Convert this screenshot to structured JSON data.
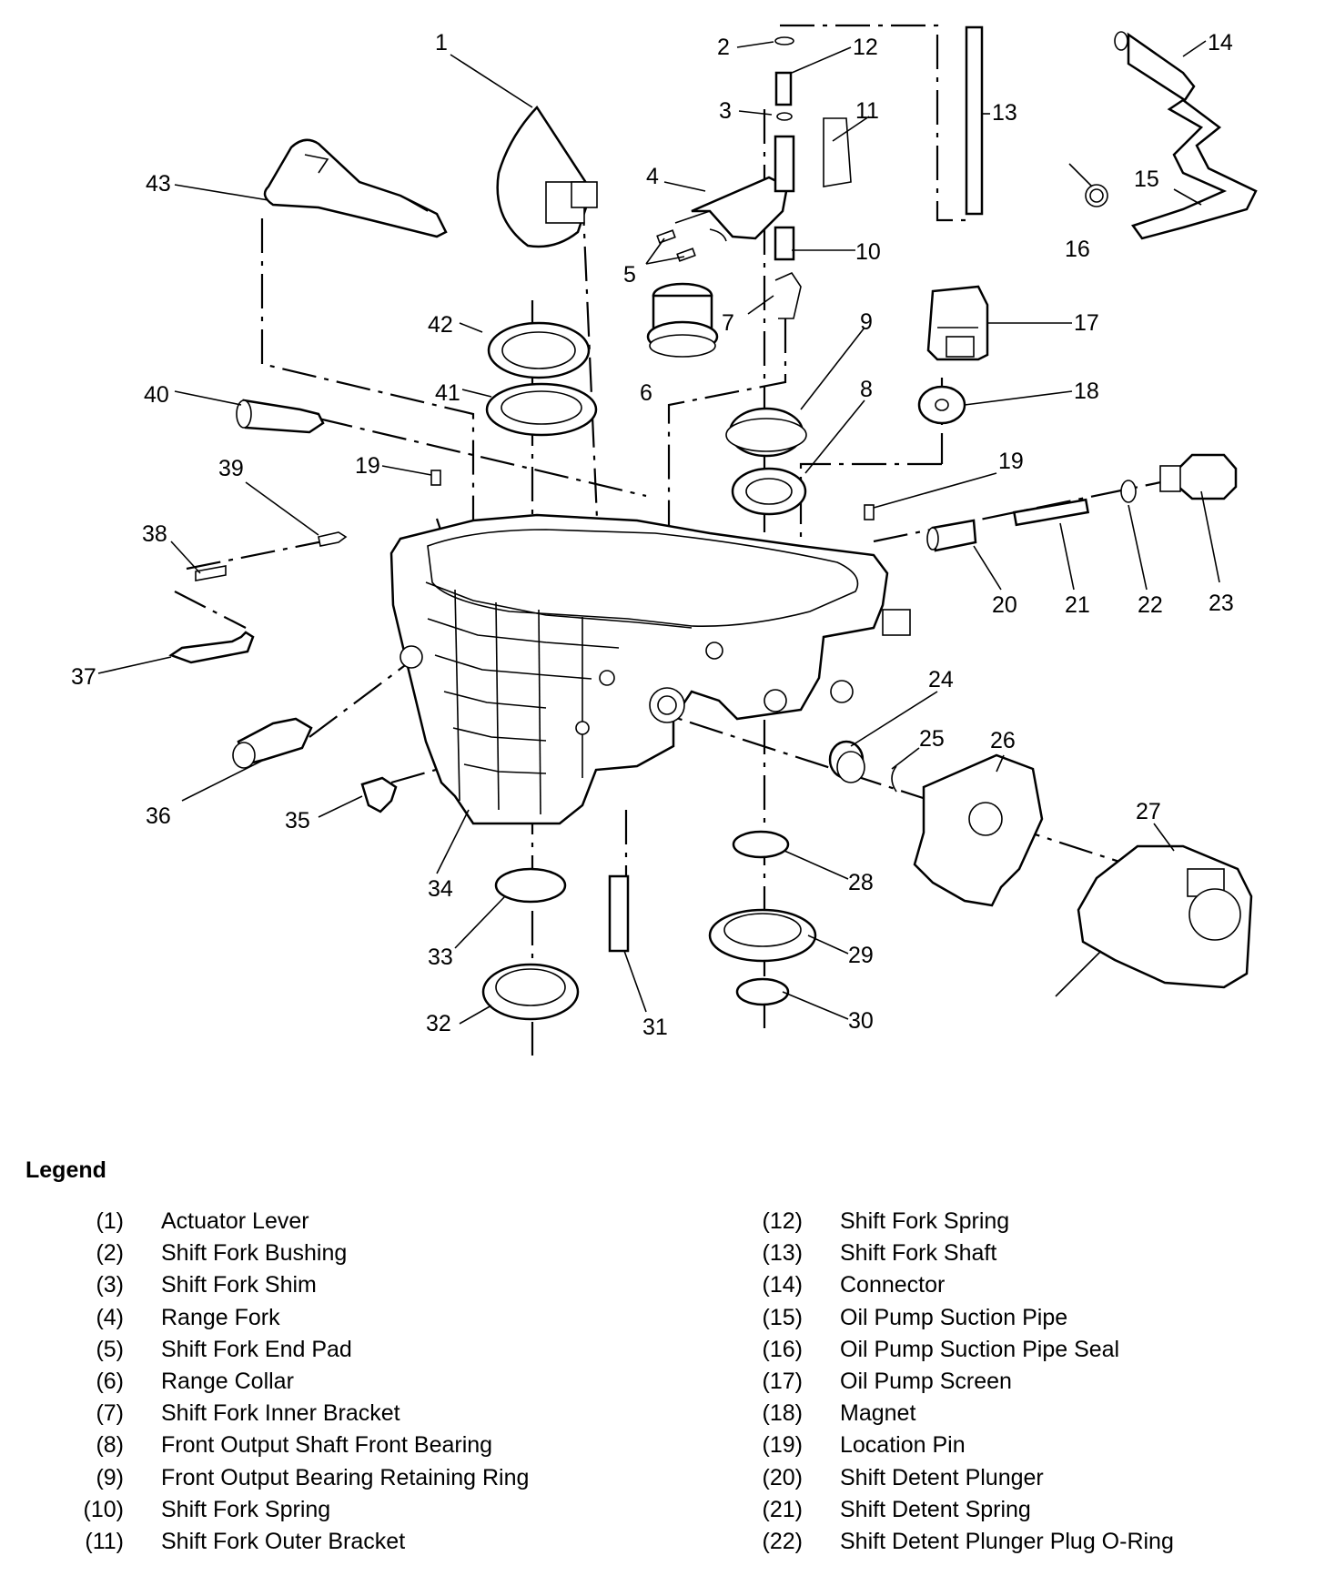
{
  "callouts": [
    "1",
    "2",
    "3",
    "4",
    "5",
    "6",
    "7",
    "8",
    "9",
    "10",
    "11",
    "12",
    "13",
    "14",
    "15",
    "16",
    "17",
    "18",
    "19",
    "19",
    "20",
    "21",
    "22",
    "23",
    "24",
    "25",
    "26",
    "27",
    "28",
    "29",
    "30",
    "31",
    "32",
    "33",
    "34",
    "35",
    "36",
    "37",
    "38",
    "39",
    "40",
    "41",
    "42",
    "43"
  ],
  "legend": {
    "title": "Legend",
    "left": [
      {
        "num": "(1)",
        "name": "Actuator Lever"
      },
      {
        "num": "(2)",
        "name": "Shift Fork Bushing"
      },
      {
        "num": "(3)",
        "name": "Shift Fork Shim"
      },
      {
        "num": "(4)",
        "name": "Range Fork"
      },
      {
        "num": "(5)",
        "name": "Shift Fork End Pad"
      },
      {
        "num": "(6)",
        "name": "Range Collar"
      },
      {
        "num": "(7)",
        "name": "Shift Fork Inner Bracket"
      },
      {
        "num": "(8)",
        "name": "Front Output Shaft Front Bearing"
      },
      {
        "num": "(9)",
        "name": "Front Output Bearing Retaining Ring"
      },
      {
        "num": "(10)",
        "name": "Shift Fork Spring"
      },
      {
        "num": "(11)",
        "name": "Shift Fork Outer Bracket"
      }
    ],
    "right": [
      {
        "num": "(12)",
        "name": "Shift Fork Spring"
      },
      {
        "num": "(13)",
        "name": "Shift Fork Shaft"
      },
      {
        "num": "(14)",
        "name": "Connector"
      },
      {
        "num": "(15)",
        "name": "Oil Pump Suction Pipe"
      },
      {
        "num": "(16)",
        "name": "Oil Pump Suction Pipe Seal"
      },
      {
        "num": "(17)",
        "name": "Oil Pump Screen"
      },
      {
        "num": "(18)",
        "name": "Magnet"
      },
      {
        "num": "(19)",
        "name": "Location Pin"
      },
      {
        "num": "(20)",
        "name": "Shift Detent Plunger"
      },
      {
        "num": "(21)",
        "name": "Shift Detent Spring"
      },
      {
        "num": "(22)",
        "name": "Shift Detent Plunger Plug O-Ring"
      }
    ]
  }
}
